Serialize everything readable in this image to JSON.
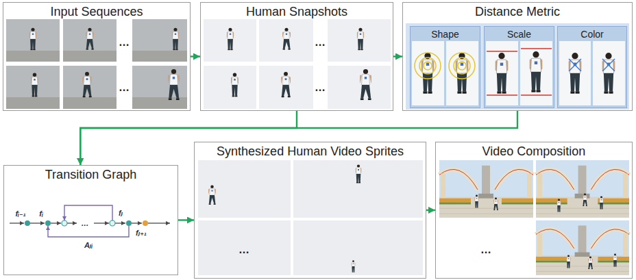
{
  "diagram": {
    "nodes": [
      {
        "text": [
          "Input Sequences"
        ]
      },
      {
        "text": [
          "Human Snapshots"
        ]
      },
      {
        "text": [
          "Distance Metric"
        ]
      },
      {
        "text": [
          "Shape"
        ],
        "in": 2
      },
      {
        "text": [
          "Scale"
        ],
        "in": 2
      },
      {
        "text": [
          "Color"
        ],
        "in": 2
      },
      {
        "text": [
          "Transition Graph"
        ]
      },
      {
        "text": [
          "Synthesized Human Video Sprites"
        ]
      },
      {
        "text": [
          "Video Composition"
        ]
      }
    ],
    "edges": [
      {
        "from": 0,
        "to": 1,
        "arrow": "to"
      },
      {
        "from": 1,
        "to": 2,
        "arrow": "to"
      },
      {
        "from": 1,
        "to": 6,
        "arrow": "to"
      },
      {
        "from": 2,
        "to": 6,
        "arrow": "to"
      },
      {
        "from": 6,
        "to": 7,
        "arrow": "to"
      },
      {
        "from": 7,
        "to": 8,
        "arrow": "to"
      }
    ],
    "labels": [
      "…",
      "…",
      "…",
      "…",
      "fᵢ₋₁",
      "fᵢ",
      "…",
      "fⱼ",
      "fⱼ₊₁",
      "Aⱼᵢ",
      "…",
      "…"
    ]
  }
}
